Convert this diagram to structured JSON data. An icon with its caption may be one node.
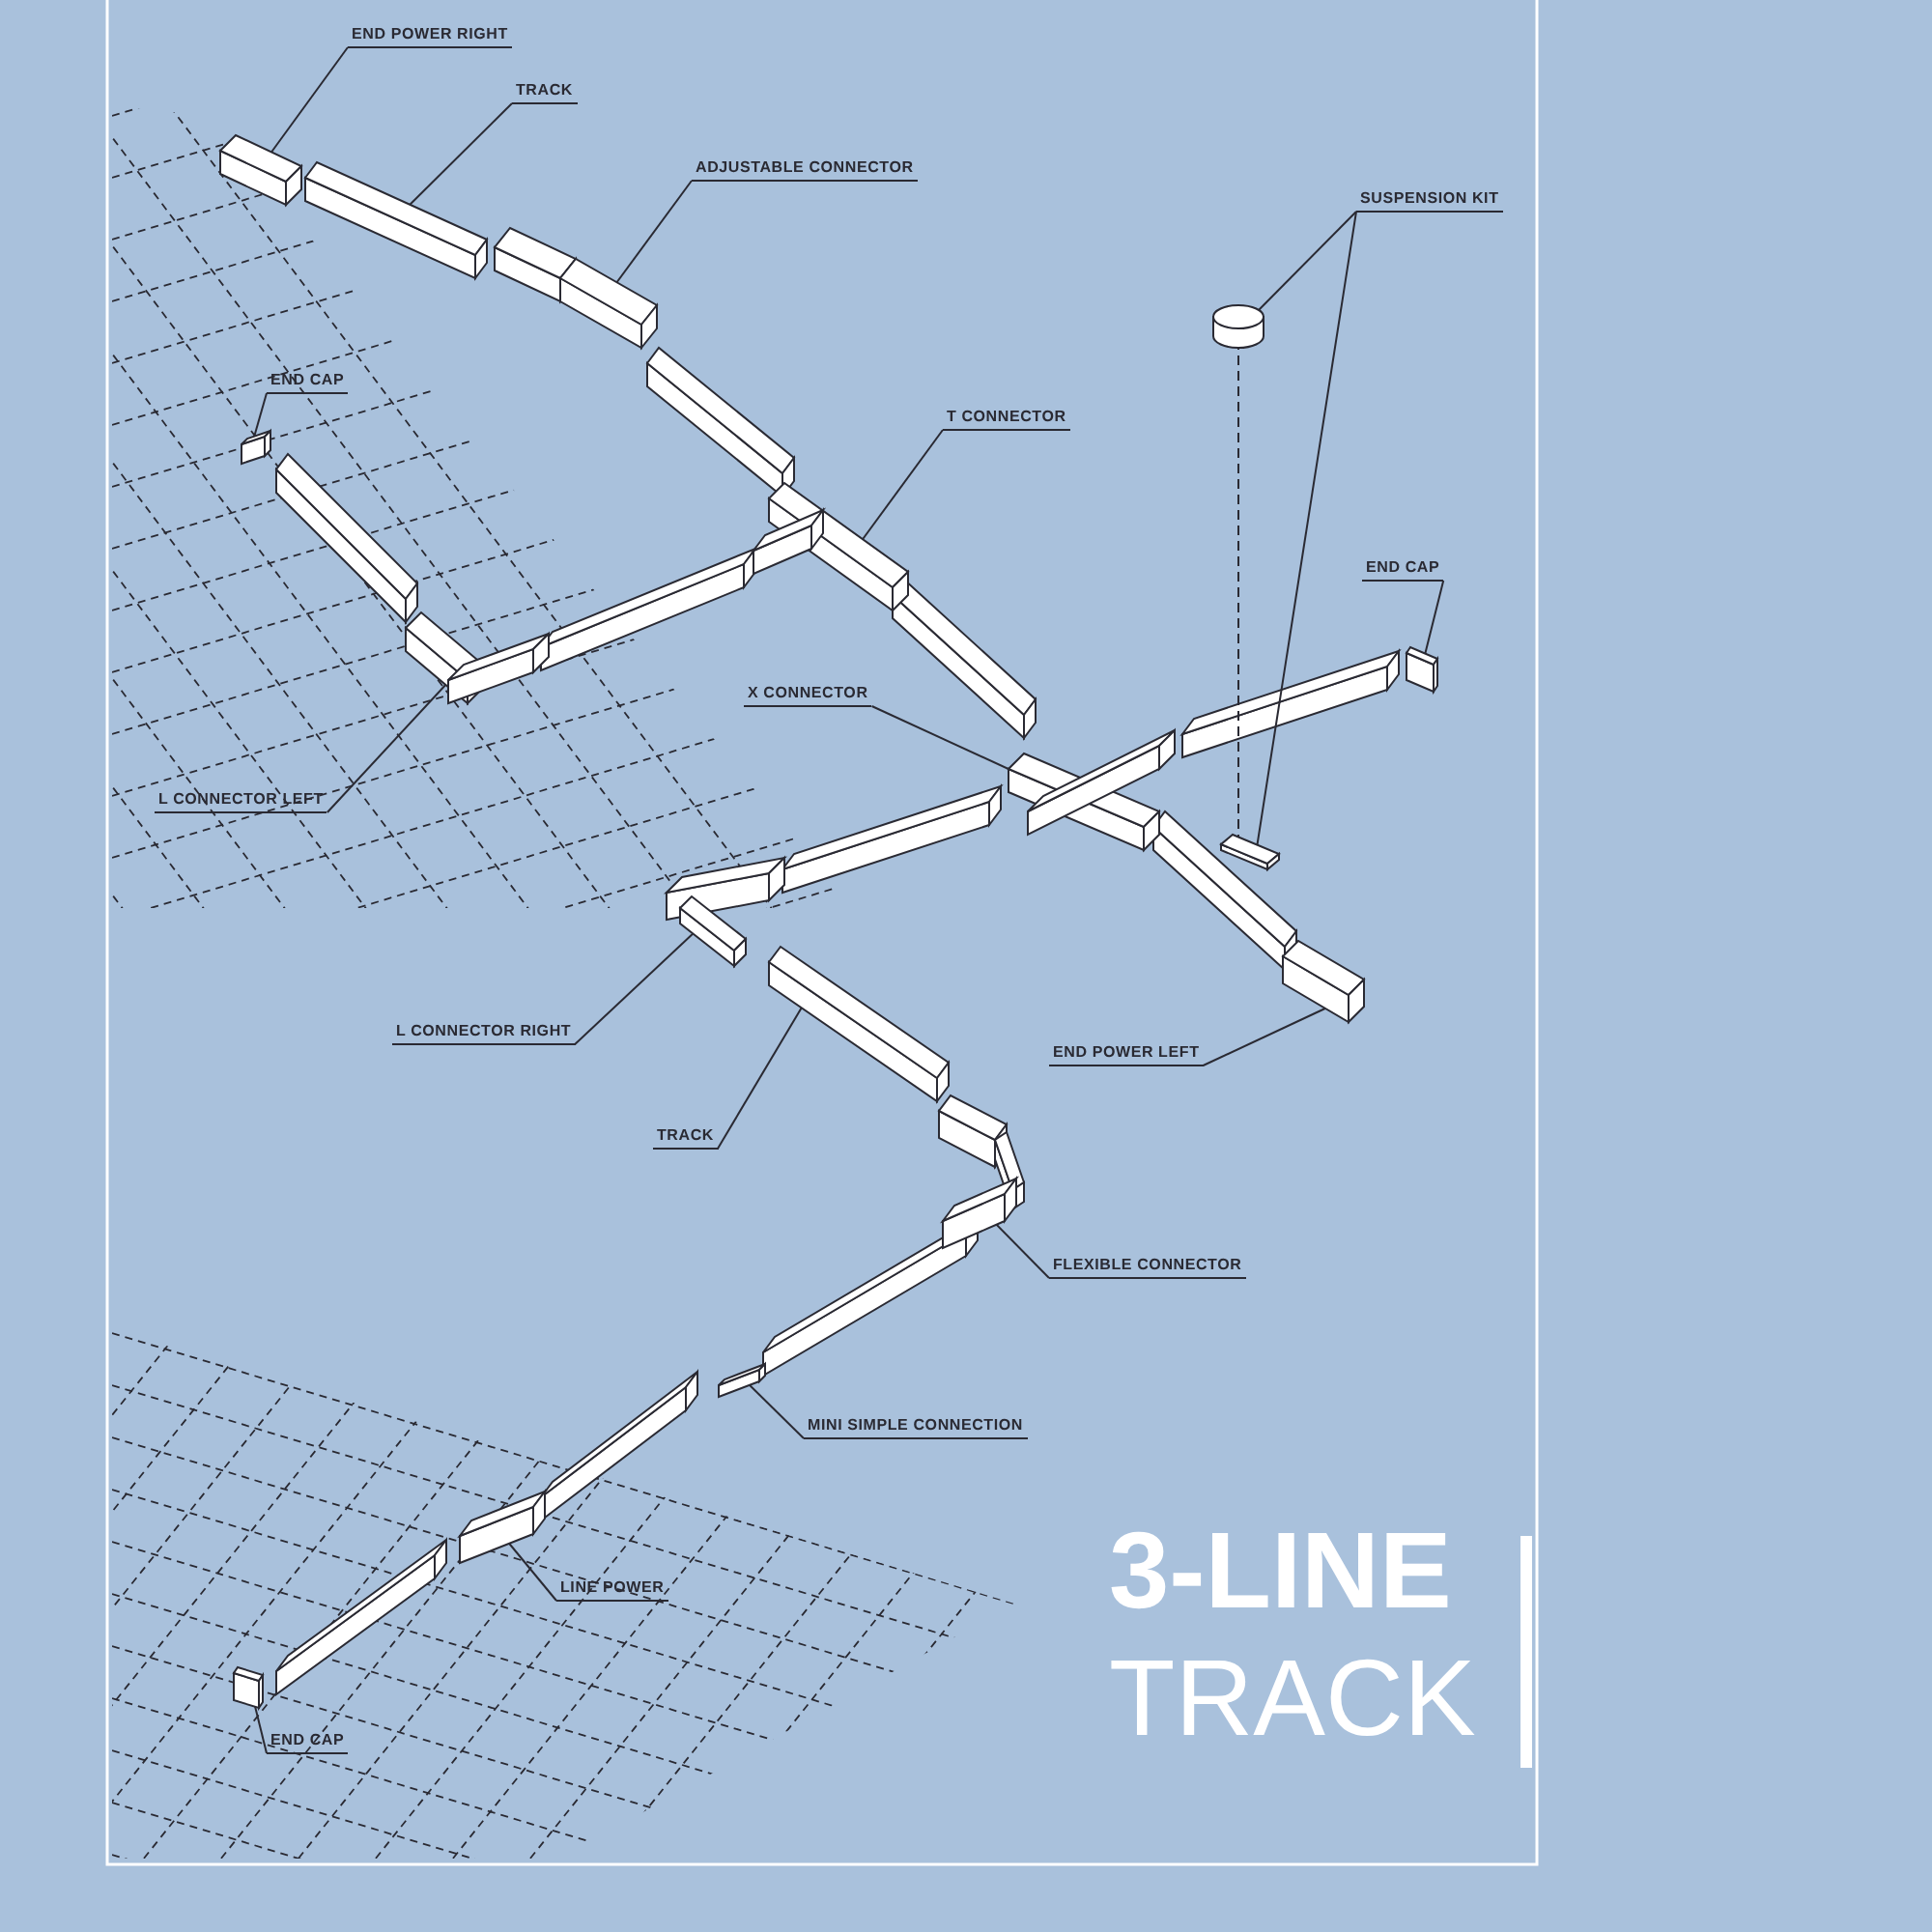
{
  "diagram": {
    "title": "**3-LINE** TRACK",
    "nodes": [
      {
        "text": [
          "END POWER RIGHT"
        ]
      },
      {
        "text": [
          "TRACK"
        ]
      },
      {
        "text": [
          "ADJUSTABLE CONNECTOR"
        ]
      },
      {
        "text": [
          "SUSPENSION KIT"
        ]
      },
      {
        "text": [
          "END CAP"
        ]
      },
      {
        "text": [
          "T CONNECTOR"
        ]
      },
      {
        "text": [
          "END CAP"
        ]
      },
      {
        "text": [
          "X CONNECTOR"
        ]
      },
      {
        "text": [
          "L CONNECTOR LEFT"
        ]
      },
      {
        "text": [
          "L CONNECTOR RIGHT"
        ]
      },
      {
        "text": [
          "END POWER LEFT"
        ]
      },
      {
        "text": [
          "TRACK"
        ]
      },
      {
        "text": [
          "FLEXIBLE CONNECTOR"
        ]
      },
      {
        "text": [
          "MINI SIMPLE CONNECTION"
        ]
      },
      {
        "text": [
          "LINE POWER"
        ]
      },
      {
        "text": [
          "END CAP"
        ]
      },
      {
        "text": [],
        "shape": "box"
      },
      {
        "text": [],
        "shape": "box"
      },
      {
        "text": [],
        "shape": "box"
      },
      {
        "text": [],
        "shape": "cylinder"
      },
      {
        "text": [],
        "shape": "box"
      },
      {
        "text": [],
        "shape": "box"
      },
      {
        "text": [],
        "shape": "box"
      },
      {
        "text": [],
        "shape": "box"
      },
      {
        "text": [],
        "shape": "box"
      },
      {
        "text": [],
        "shape": "box"
      },
      {
        "text": [],
        "shape": "box"
      },
      {
        "text": [],
        "shape": "box"
      },
      {
        "text": [],
        "shape": "box"
      },
      {
        "text": [],
        "shape": "box"
      },
      {
        "text": [],
        "shape": "box"
      },
      {
        "text": [],
        "shape": "box"
      },
      {
        "text": [],
        "shape": "box"
      }
    ],
    "edges": [
      {
        "from": 0,
        "to": 16,
        "arrow": "none"
      },
      {
        "from": 1,
        "to": 17,
        "arrow": "none"
      },
      {
        "from": 2,
        "to": 18,
        "arrow": "none"
      },
      {
        "from": 3,
        "to": 19,
        "arrow": "none"
      },
      {
        "from": 3,
        "to": 20,
        "arrow": "none"
      },
      {
        "from": 4,
        "to": 21,
        "arrow": "none"
      },
      {
        "from": 5,
        "to": 22,
        "arrow": "none"
      },
      {
        "from": 6,
        "to": 23,
        "arrow": "none"
      },
      {
        "from": 7,
        "to": 24,
        "arrow": "none"
      },
      {
        "from": 8,
        "to": 25,
        "arrow": "none"
      },
      {
        "from": 9,
        "to": 26,
        "arrow": "none"
      },
      {
        "from": 10,
        "to": 27,
        "arrow": "none"
      },
      {
        "from": 11,
        "to": 28,
        "arrow": "none"
      },
      {
        "from": 12,
        "to": 29,
        "arrow": "none"
      },
      {
        "from": 13,
        "to": 30,
        "arrow": "none"
      },
      {
        "from": 14,
        "to": 31,
        "arrow": "none"
      },
      {
        "from": 15,
        "to": 32,
        "arrow": "none"
      },
      {
        "from": 19,
        "to": 20,
        "arrow": "none",
        "style": "dashed"
      }
    ]
  }
}
